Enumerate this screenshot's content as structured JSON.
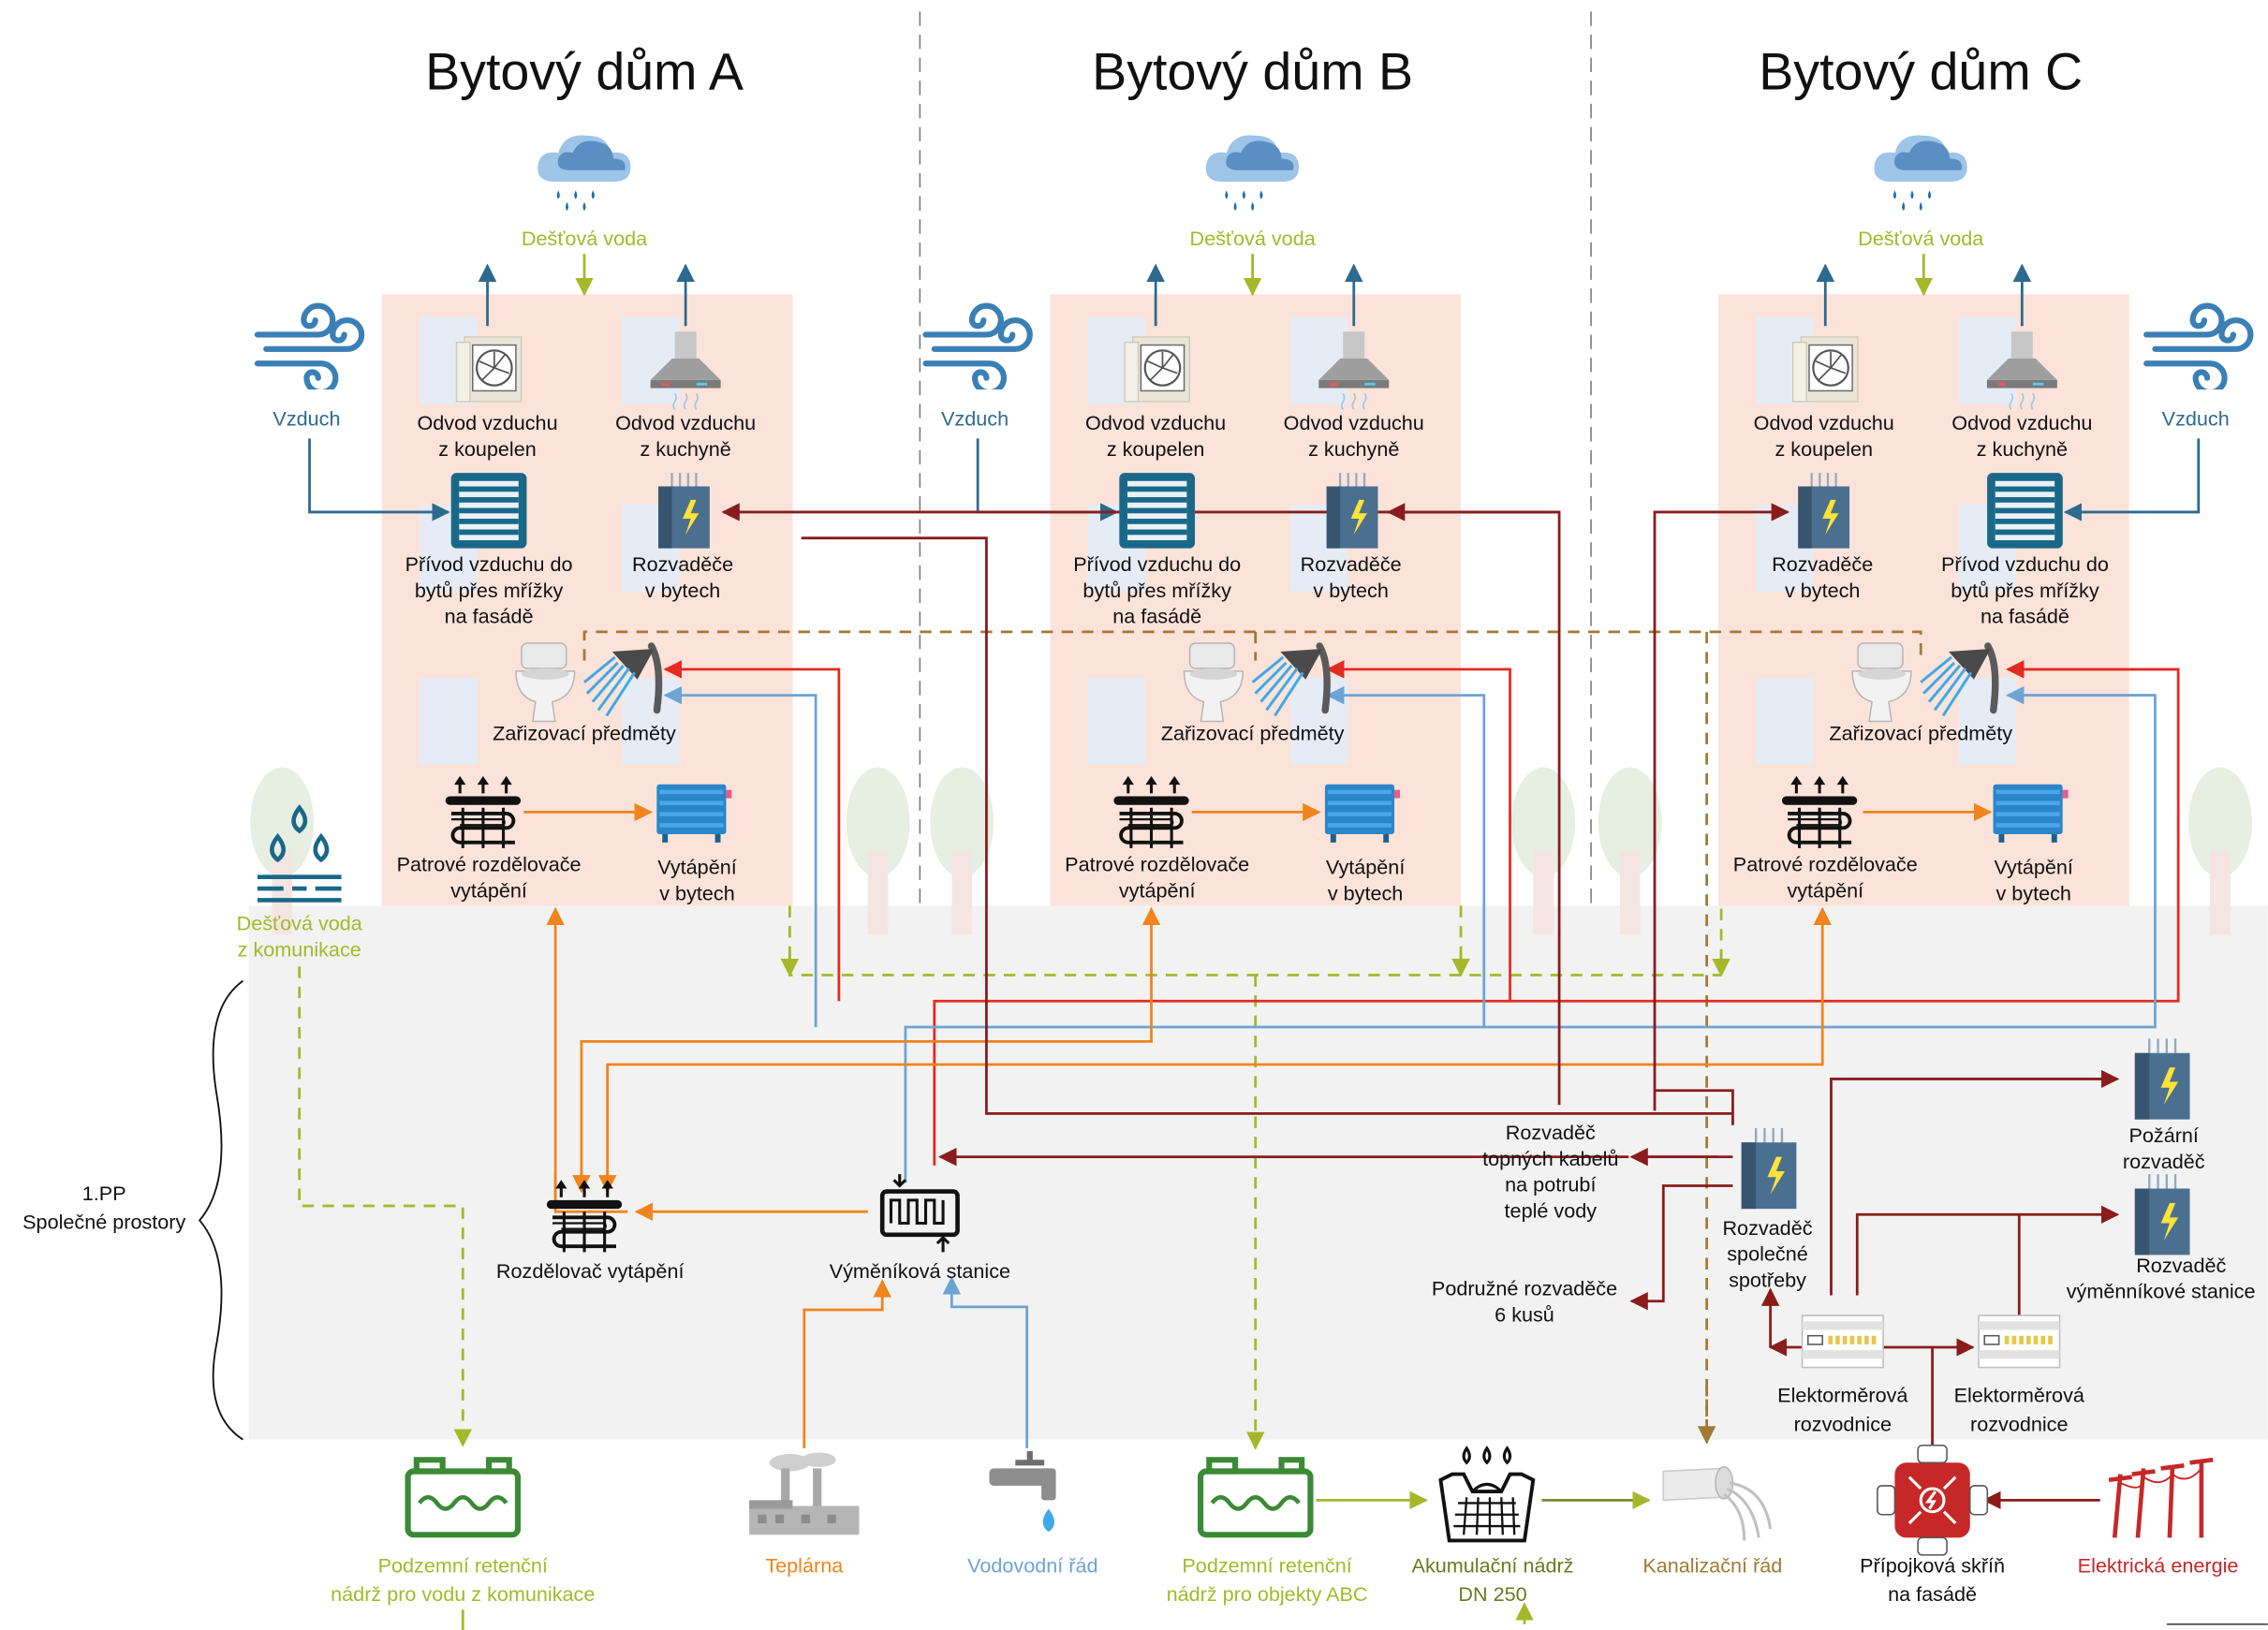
{
  "title": "",
  "colors": {
    "air": "#2d6a8f",
    "rain": "#a3b92a",
    "sewer": "#a07a35",
    "heating": "#f0841d",
    "hot_water": "#e32b21",
    "cold_water": "#6fa3d4",
    "electric": "#8a1c1c",
    "building": "#fbe3da",
    "basement": "#f2f2f2"
  },
  "buildings": [
    {
      "title": "Bytový dům A",
      "rain": "Dešťová voda",
      "wind": "Vzduch",
      "bath_exhaust": [
        "Odvod vzduchu",
        "z koupelen"
      ],
      "kitchen_exhaust": [
        "Odvod vzduchu",
        "z kuchyně"
      ],
      "air_supply": [
        "Přívod vzduchu do",
        "bytů přes mřížky",
        "na fasádě"
      ],
      "panels": [
        "Rozvaděče",
        "v bytech"
      ],
      "fixtures": "Zařizovací předměty",
      "manifold": [
        "Patrové rozdělovače",
        "vytápění"
      ],
      "heating": [
        "Vytápění",
        "v bytech"
      ]
    },
    {
      "title": "Bytový dům B",
      "rain": "Dešťová voda",
      "wind": "Vzduch",
      "bath_exhaust": [
        "Odvod vzduchu",
        "z koupelen"
      ],
      "kitchen_exhaust": [
        "Odvod vzduchu",
        "z kuchyně"
      ],
      "air_supply": [
        "Přívod vzduchu do",
        "bytů přes mřížky",
        "na fasádě"
      ],
      "panels": [
        "Rozvaděče",
        "v bytech"
      ],
      "fixtures": "Zařizovací předměty",
      "manifold": [
        "Patrové rozdělovače",
        "vytápění"
      ],
      "heating": [
        "Vytápění",
        "v bytech"
      ]
    },
    {
      "title": "Bytový dům C",
      "rain": "Dešťová voda",
      "wind": "Vzduch",
      "bath_exhaust": [
        "Odvod vzduchu",
        "z koupelen"
      ],
      "kitchen_exhaust": [
        "Odvod vzduchu",
        "z kuchyně"
      ],
      "air_supply": [
        "Přívod vzduchu do",
        "bytů přes mřížky",
        "na fasádě"
      ],
      "panels": [
        "Rozvaděče",
        "v bytech"
      ],
      "fixtures": "Zařizovací předměty",
      "manifold": [
        "Patrové rozdělovače",
        "vytápění"
      ],
      "heating": [
        "Vytápění",
        "v bytech"
      ]
    }
  ],
  "basement": {
    "label": [
      "1.PP",
      "Společné prostory"
    ],
    "rain_road": [
      "Dešťová voda",
      "z komunikace"
    ],
    "heat_distributor": "Rozdělovač vytápění",
    "exchanger": "Výměníková stanice",
    "cable_panel": [
      "Rozvaděč",
      "topných kabelů",
      "na potrubí",
      "teplé vody"
    ],
    "sub_panels": [
      "Podružné rozvaděče",
      "6 kusů"
    ],
    "common_panel": [
      "Rozvaděč",
      "společné",
      "spotřeby"
    ],
    "fire_panel": [
      "Požární",
      "rozvaděč"
    ],
    "exchanger_panel": [
      "Rozvaděč",
      "výměnníkové stanice"
    ],
    "meter1": [
      "Elektorměrová",
      "rozvodnice"
    ],
    "meter2": [
      "Elektorměrová",
      "rozvodnice"
    ]
  },
  "external": {
    "tank_road": [
      "Podzemní retenční",
      "nádrž pro vodu z komunikace"
    ],
    "plant": "Teplárna",
    "water_main": "Vodovodní řád",
    "tank_abc": [
      "Podzemní retenční",
      "nádrž pro objekty ABC"
    ],
    "accum": [
      "Akumulační nádrž",
      "DN 250"
    ],
    "sewer": "Kanalizační řád",
    "connection_box": [
      "Přípojková skříň",
      "na fasádě"
    ],
    "electric": "Elektrická energie"
  },
  "icons": [
    "rain-cloud-icon",
    "wind-icon",
    "bathroom-fan-icon",
    "kitchen-hood-icon",
    "air-grille-icon",
    "electrical-panel-icon",
    "toilet-icon",
    "shower-icon",
    "floor-heating-manifold-icon",
    "radiator-icon",
    "rain-drops-icon",
    "heat-exchanger-icon",
    "tank-icon",
    "factory-icon",
    "faucet-icon",
    "accumulation-tank-icon",
    "sewer-pipe-icon",
    "connection-box-icon",
    "power-line-icon",
    "meter-board-icon"
  ]
}
